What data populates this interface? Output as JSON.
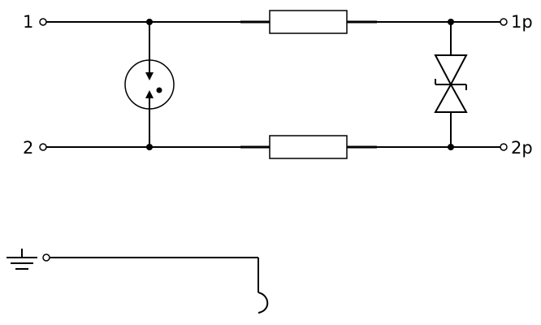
{
  "diagram": {
    "terminals": {
      "t1": "1",
      "t2": "2",
      "t1p": "1p",
      "t2p": "2p"
    },
    "icons": {
      "gas_tube": "gas-discharge-tube-icon",
      "resistor": "resistor-icon",
      "tvs_diode": "bidirectional-tvs-diode-icon",
      "ground": "ground-icon"
    },
    "colors": {
      "line": "#000000",
      "background": "#ffffff"
    }
  }
}
